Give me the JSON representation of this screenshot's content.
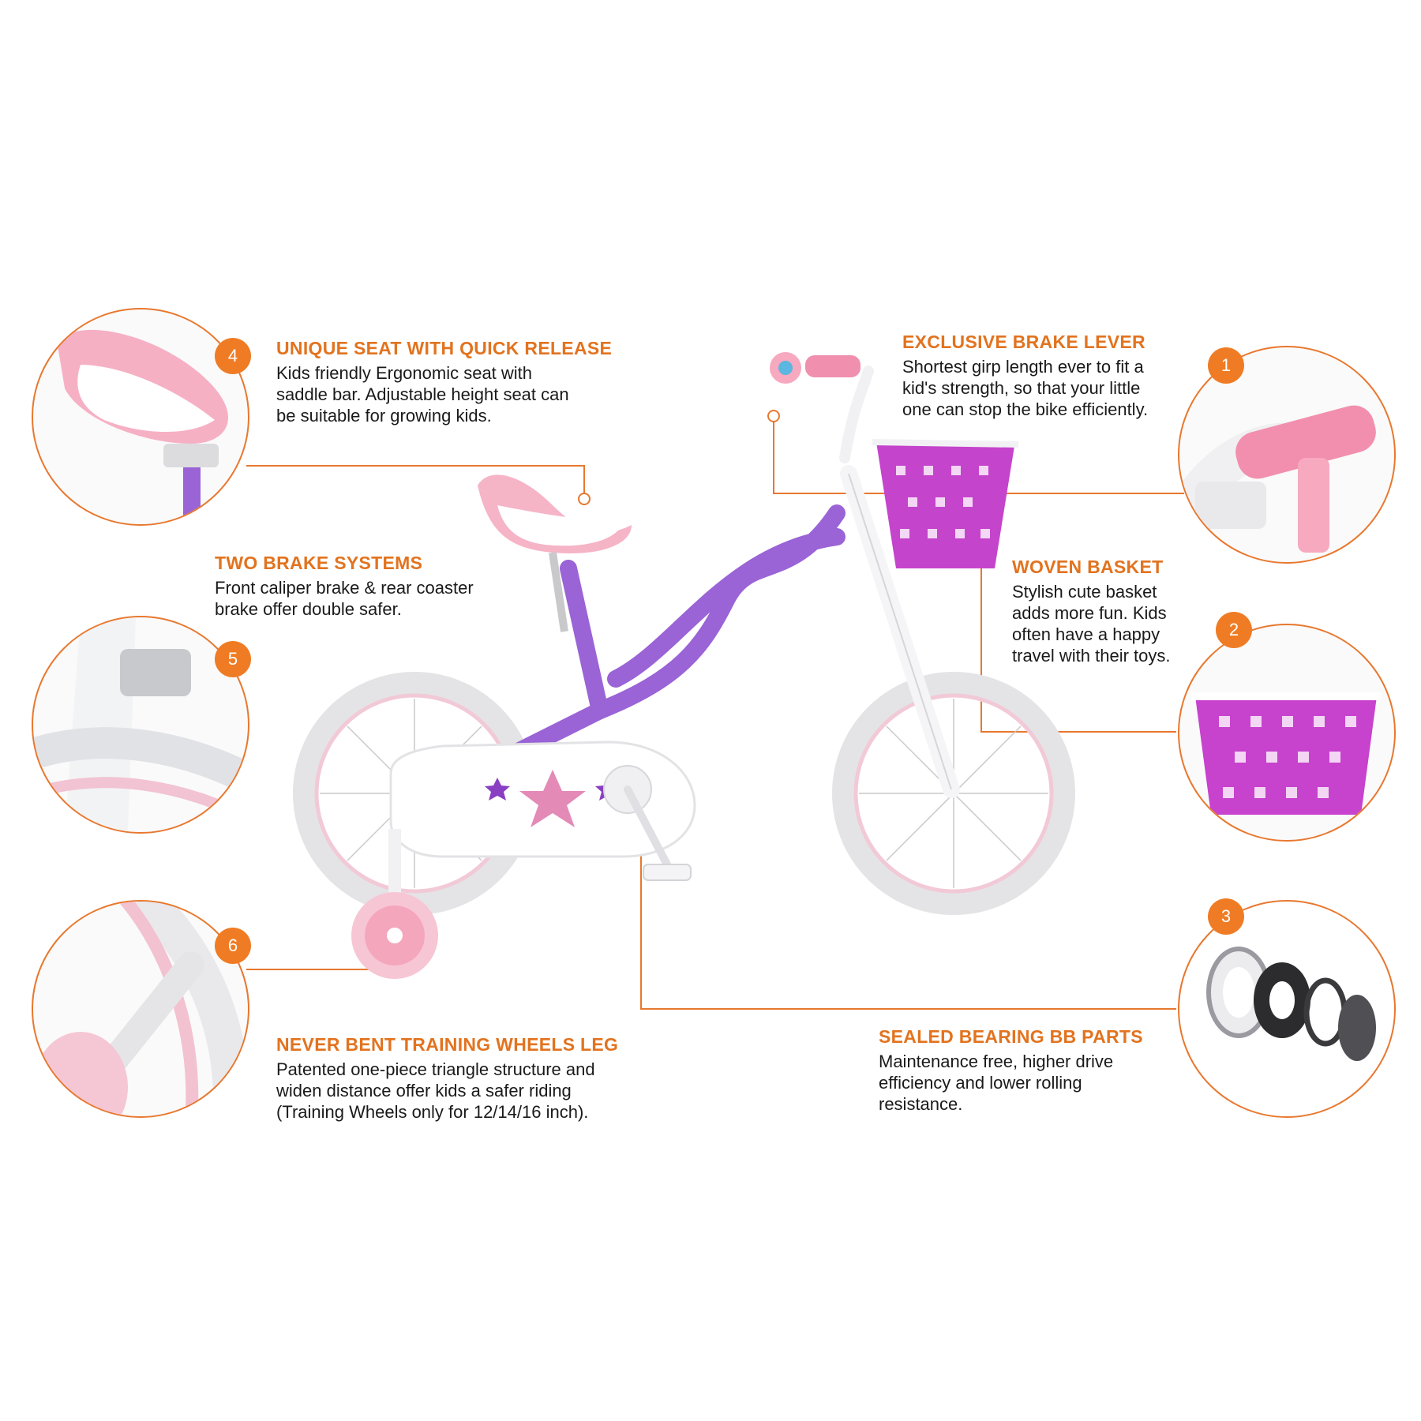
{
  "accent_color": "#e2731f",
  "leader_color": "#e8782f",
  "features": [
    {
      "number": "4",
      "title": "UNIQUE SEAT WITH QUICK RELEASE",
      "text": " Kids friendly Ergonomic seat with\nsaddle bar. Adjustable height seat can\nbe suitable for growing kids."
    },
    {
      "number": "",
      "title": "TWO BRAKE SYSTEMS",
      "text": "Front caliper brake & rear coaster\nbrake offer double safer."
    },
    {
      "number": "5",
      "title": "",
      "text": ""
    },
    {
      "number": "6",
      "title": "NEVER BENT TRAINING WHEELS LEG",
      "text": "Patented one-piece triangle structure and\nwiden distance offer kids a safer riding\n(Training Wheels only for 12/14/16 inch)."
    },
    {
      "number": "1",
      "title": "EXCLUSIVE BRAKE LEVER",
      "text": "Shortest girp length ever to fit a\nkid's strength, so that your little\none can stop the bike efficiently."
    },
    {
      "number": "2",
      "title": "WOVEN BASKET",
      "text": "Stylish cute basket\nadds more fun. Kids\noften have a happy\ntravel with their toys."
    },
    {
      "number": "3",
      "title": "SEALED BEARING BB PARTS",
      "text": "Maintenance free, higher drive\nefficiency and lower rolling\nresistance."
    }
  ]
}
